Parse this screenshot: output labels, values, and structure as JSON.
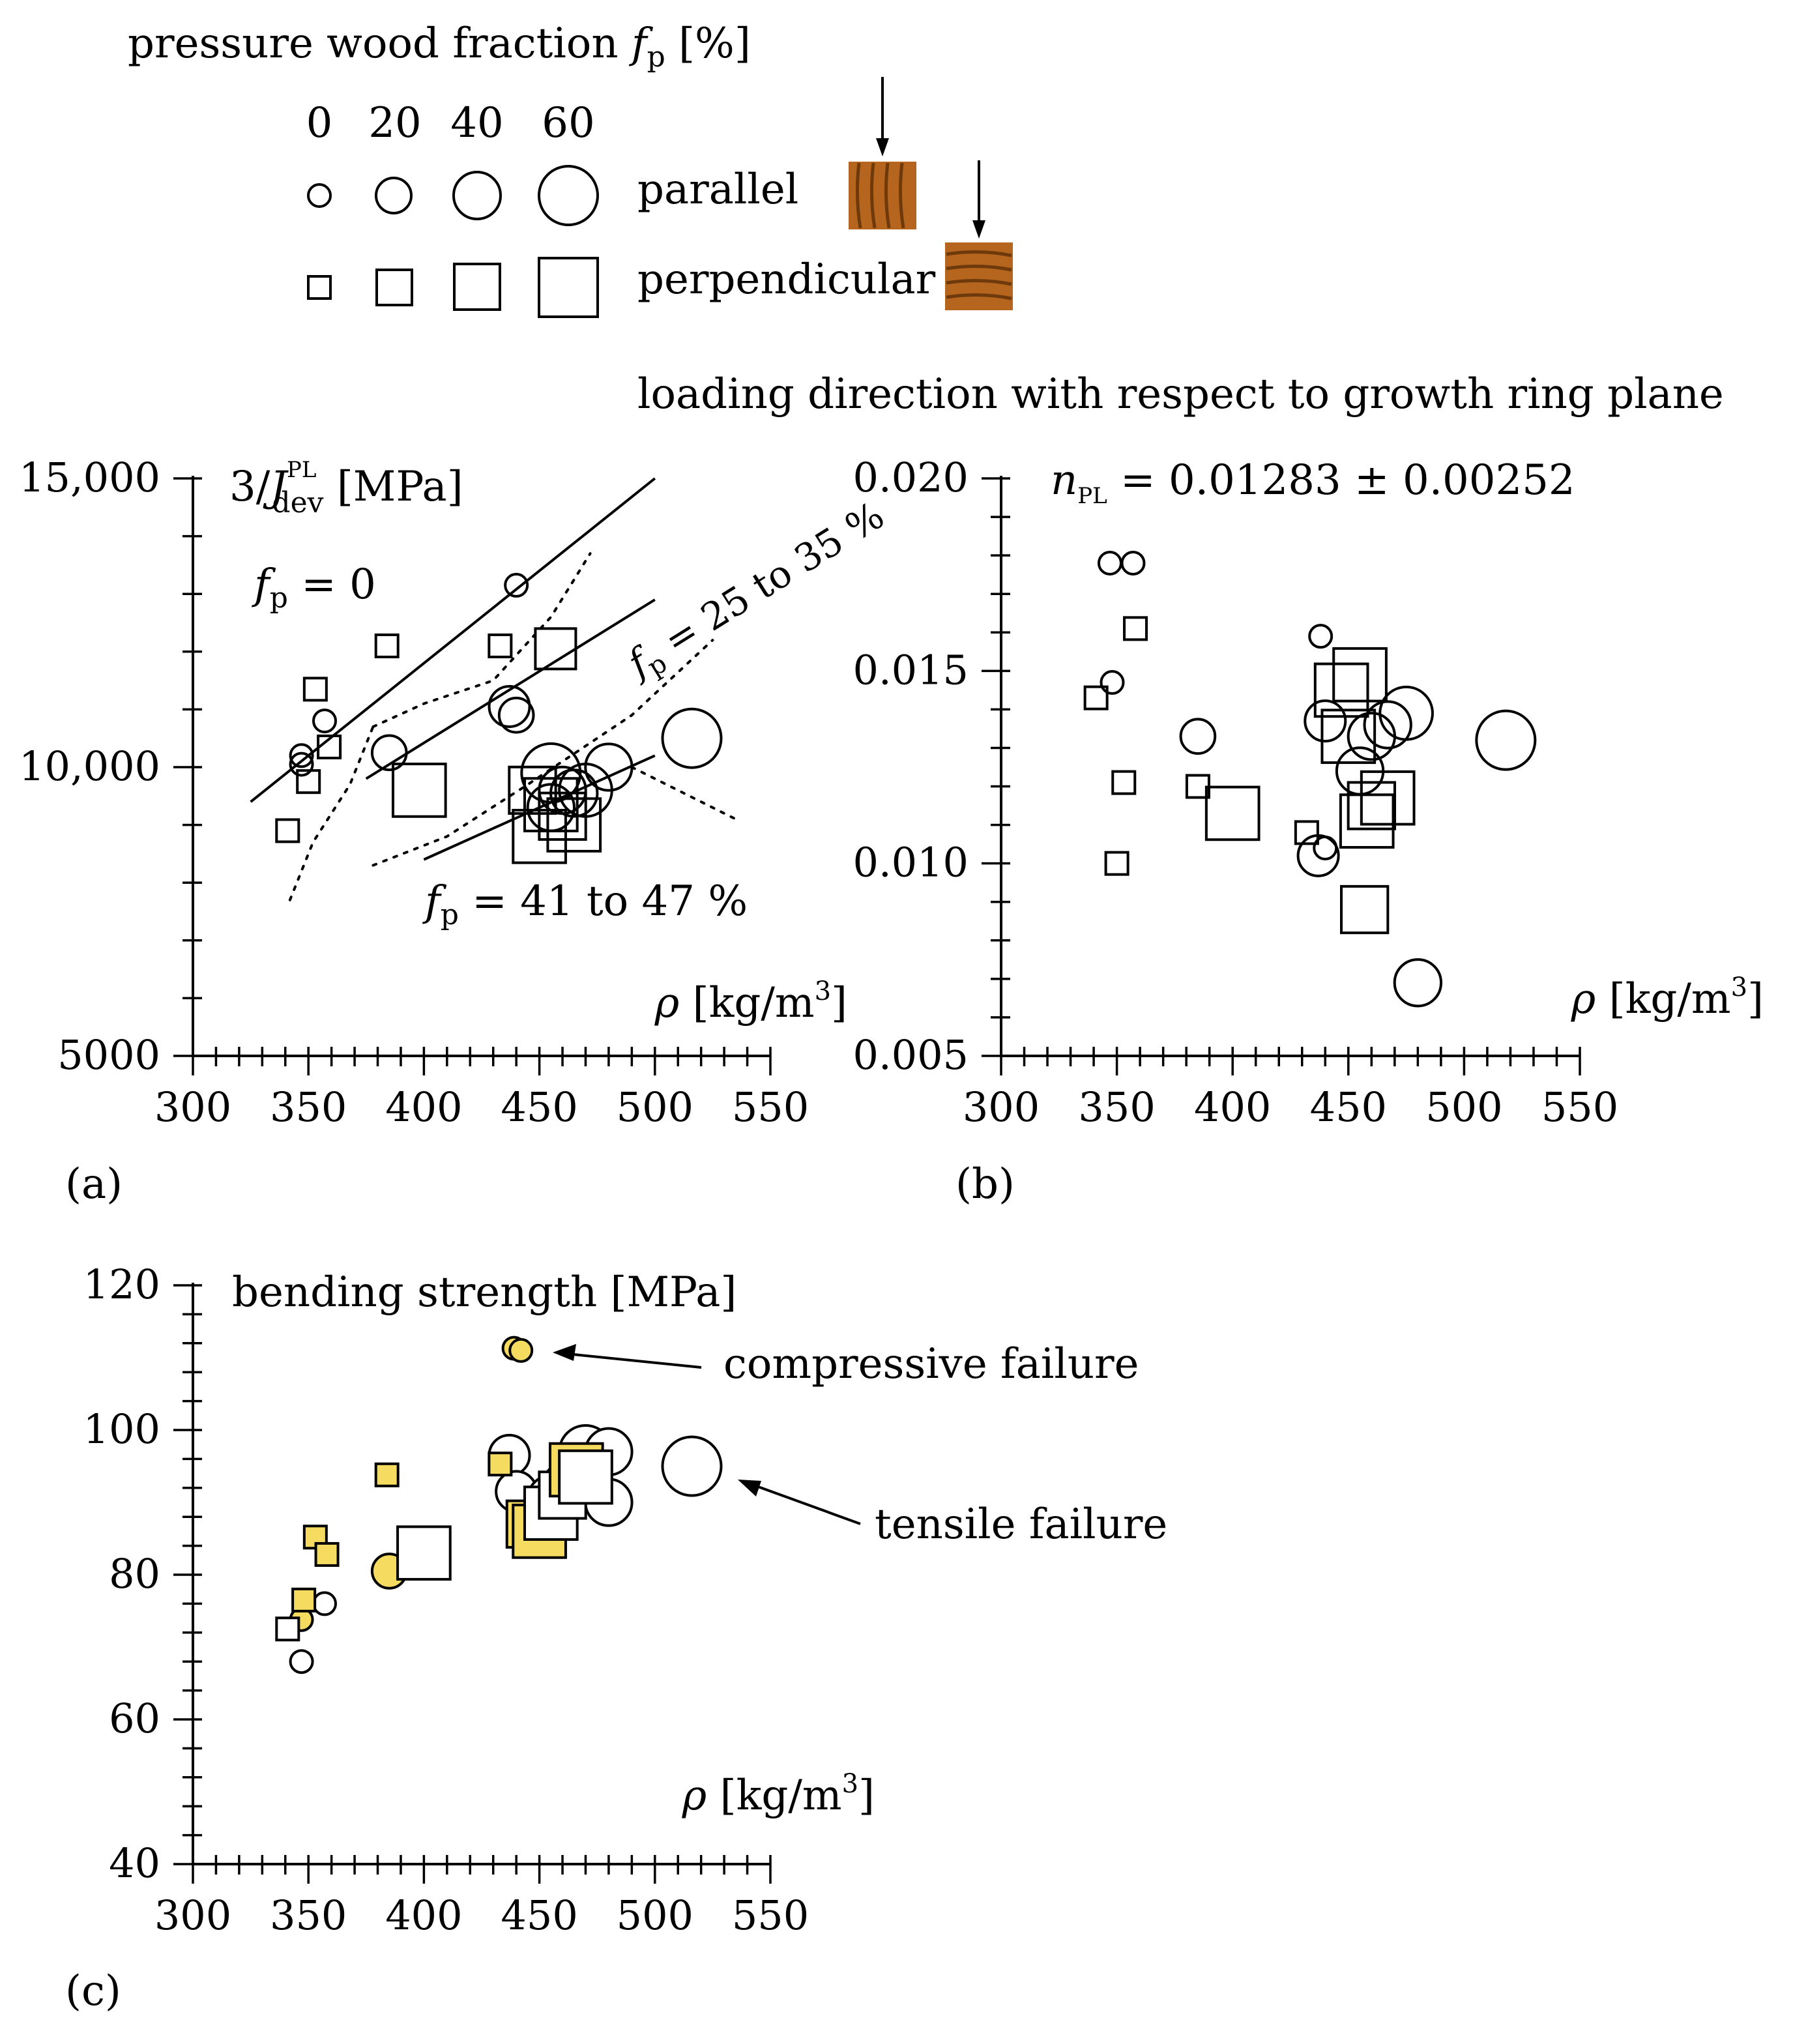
{
  "legend": {
    "title_prefix": "pressure wood fraction ",
    "title_symbol": "f",
    "title_sub": "p",
    "title_suffix": " [%]",
    "size_labels": [
      "0",
      "20",
      "40",
      "60"
    ],
    "parallel_label": "parallel",
    "perpendicular_label": "perpendicular",
    "direction_caption": "loading direction with respect to growth ring plane",
    "wood_color": "#b5651d"
  },
  "chart_data": [
    {
      "id": "a",
      "type": "scatter",
      "panel_label": "(a)",
      "title": "3/J_dev^PL [MPa]",
      "title_parts": {
        "pre": "3/",
        "sym": "J",
        "sub": "dev",
        "sup": "PL",
        "post": " [MPa]"
      },
      "xlabel": "ρ [kg/m³]",
      "xlabel_parts": {
        "sym": "ρ",
        "post": " [kg/m",
        "sup": "3",
        "end": "]"
      },
      "xlim": [
        300,
        550
      ],
      "ylim": [
        5000,
        15000
      ],
      "xticks": [
        "300",
        "350",
        "400",
        "450",
        "500",
        "550"
      ],
      "yticks": [
        {
          "value": 5000,
          "label": "5000"
        },
        {
          "value": 10000,
          "label": "10,000"
        },
        {
          "value": 15000,
          "label": "15,000"
        }
      ],
      "annotations": {
        "fp0": {
          "pre": "f",
          "sub": "p",
          "post": " = 0"
        },
        "fp25": {
          "pre": "f",
          "sub": "p",
          "post": " = 25 to 35 %"
        },
        "fp41": {
          "pre": "f",
          "sub": "p",
          "post": " = 41 to 47 %"
        }
      },
      "series": [
        {
          "marker": "circle",
          "points": [
            {
              "x": 440,
              "y": 13150,
              "fp": 0
            },
            {
              "x": 347,
              "y": 10200,
              "fp": 0
            },
            {
              "x": 347,
              "y": 10050,
              "fp": 0
            },
            {
              "x": 357,
              "y": 10800,
              "fp": 0
            },
            {
              "x": 385,
              "y": 10250,
              "fp": 20
            },
            {
              "x": 437,
              "y": 11050,
              "fp": 30
            },
            {
              "x": 440,
              "y": 10900,
              "fp": 20
            },
            {
              "x": 455,
              "y": 9900,
              "fp": 60
            },
            {
              "x": 460,
              "y": 9600,
              "fp": 40
            },
            {
              "x": 465,
              "y": 9550,
              "fp": 40
            },
            {
              "x": 470,
              "y": 9600,
              "fp": 50
            },
            {
              "x": 480,
              "y": 10000,
              "fp": 40
            },
            {
              "x": 516,
              "y": 10500,
              "fp": 60
            },
            {
              "x": 455,
              "y": 9300,
              "fp": 40
            }
          ]
        },
        {
          "marker": "square",
          "points": [
            {
              "x": 341,
              "y": 8900,
              "fp": 0
            },
            {
              "x": 350,
              "y": 9750,
              "fp": 0
            },
            {
              "x": 353,
              "y": 11350,
              "fp": 0
            },
            {
              "x": 359,
              "y": 10350,
              "fp": 0
            },
            {
              "x": 384,
              "y": 12100,
              "fp": 0
            },
            {
              "x": 433,
              "y": 12100,
              "fp": 0
            },
            {
              "x": 457,
              "y": 12050,
              "fp": 30
            },
            {
              "x": 398,
              "y": 9600,
              "fp": 50
            },
            {
              "x": 447,
              "y": 9600,
              "fp": 40
            },
            {
              "x": 455,
              "y": 9350,
              "fp": 50
            },
            {
              "x": 460,
              "y": 9150,
              "fp": 40
            },
            {
              "x": 465,
              "y": 9000,
              "fp": 50
            },
            {
              "x": 450,
              "y": 8800,
              "fp": 50
            }
          ]
        }
      ],
      "regression_lines": [
        {
          "style": "solid",
          "x": [
            325,
            500
          ],
          "y": [
            9400,
            15000
          ]
        },
        {
          "style": "solid",
          "x": [
            375,
            500
          ],
          "y": [
            9800,
            12900
          ]
        },
        {
          "style": "solid",
          "x": [
            400,
            500
          ],
          "y": [
            8400,
            10200
          ]
        }
      ],
      "bound_lines": [
        {
          "style": "dotted",
          "x": [
            342,
            352,
            368,
            378
          ],
          "y": [
            7700,
            8700,
            9700,
            10700
          ]
        },
        {
          "style": "dotted",
          "x": [
            378,
            400,
            430,
            455,
            472
          ],
          "y": [
            10700,
            11100,
            11500,
            12600,
            13700
          ]
        },
        {
          "style": "dotted",
          "x": [
            378,
            410,
            445,
            490,
            525
          ],
          "y": [
            8300,
            8800,
            9700,
            10900,
            12200
          ]
        },
        {
          "style": "dotted",
          "x": [
            490,
            535
          ],
          "y": [
            10000,
            9100
          ]
        }
      ]
    },
    {
      "id": "b",
      "type": "scatter",
      "panel_label": "(b)",
      "title": "n_PL = 0.01283 ± 0.00252",
      "title_parts": {
        "sym": "n",
        "sub": "PL",
        "post": " = 0.01283 ± 0.00252"
      },
      "xlabel": "ρ [kg/m³]",
      "xlabel_parts": {
        "sym": "ρ",
        "post": " [kg/m",
        "sup": "3",
        "end": "]"
      },
      "xlim": [
        300,
        550
      ],
      "ylim": [
        0.005,
        0.02
      ],
      "xticks": [
        "300",
        "350",
        "400",
        "450",
        "500",
        "550"
      ],
      "yticks": [
        {
          "value": 0.005,
          "label": "0.005"
        },
        {
          "value": 0.01,
          "label": "0.010"
        },
        {
          "value": 0.015,
          "label": "0.015"
        },
        {
          "value": 0.02,
          "label": "0.020"
        }
      ],
      "series": [
        {
          "marker": "circle",
          "points": [
            {
              "x": 347,
              "y": 0.0178,
              "fp": 0
            },
            {
              "x": 357,
              "y": 0.0178,
              "fp": 0
            },
            {
              "x": 348,
              "y": 0.0147,
              "fp": 0
            },
            {
              "x": 438,
              "y": 0.0159,
              "fp": 0
            },
            {
              "x": 385,
              "y": 0.0133,
              "fp": 20
            },
            {
              "x": 440,
              "y": 0.0137,
              "fp": 30
            },
            {
              "x": 440,
              "y": 0.0104,
              "fp": 0
            },
            {
              "x": 437,
              "y": 0.0102,
              "fp": 30
            },
            {
              "x": 455,
              "y": 0.0124,
              "fp": 40
            },
            {
              "x": 460,
              "y": 0.0133,
              "fp": 40
            },
            {
              "x": 467,
              "y": 0.0136,
              "fp": 40
            },
            {
              "x": 475,
              "y": 0.0139,
              "fp": 50
            },
            {
              "x": 518,
              "y": 0.0132,
              "fp": 60
            },
            {
              "x": 480,
              "y": 0.0069,
              "fp": 40
            }
          ]
        },
        {
          "marker": "square",
          "points": [
            {
              "x": 341,
              "y": 0.0143,
              "fp": 0
            },
            {
              "x": 358,
              "y": 0.0161,
              "fp": 0
            },
            {
              "x": 353,
              "y": 0.0121,
              "fp": 0
            },
            {
              "x": 350,
              "y": 0.01,
              "fp": 0
            },
            {
              "x": 385,
              "y": 0.012,
              "fp": 0
            },
            {
              "x": 432,
              "y": 0.0108,
              "fp": 0
            },
            {
              "x": 400,
              "y": 0.0113,
              "fp": 50
            },
            {
              "x": 447,
              "y": 0.0145,
              "fp": 50
            },
            {
              "x": 455,
              "y": 0.0149,
              "fp": 50
            },
            {
              "x": 450,
              "y": 0.0133,
              "fp": 50
            },
            {
              "x": 460,
              "y": 0.0115,
              "fp": 40
            },
            {
              "x": 458,
              "y": 0.0111,
              "fp": 50
            },
            {
              "x": 467,
              "y": 0.0117,
              "fp": 50
            },
            {
              "x": 457,
              "y": 0.0088,
              "fp": 40
            }
          ]
        }
      ]
    },
    {
      "id": "c",
      "type": "scatter",
      "panel_label": "(c)",
      "title": "bending strength [MPa]",
      "xlabel": "ρ [kg/m³]",
      "xlabel_parts": {
        "sym": "ρ",
        "post": " [kg/m",
        "sup": "3",
        "end": "]"
      },
      "xlim": [
        300,
        550
      ],
      "ylim": [
        40,
        120
      ],
      "xticks": [
        "300",
        "350",
        "400",
        "450",
        "500",
        "550"
      ],
      "yticks": [
        {
          "value": 40,
          "label": "40"
        },
        {
          "value": 60,
          "label": "60"
        },
        {
          "value": 80,
          "label": "80"
        },
        {
          "value": 100,
          "label": "100"
        },
        {
          "value": 120,
          "label": "120"
        }
      ],
      "annotations": {
        "compressive": "compressive failure",
        "tensile": "tensile failure"
      },
      "fill_colors": {
        "compressive": "#f5dc60",
        "tensile": "#ffffff"
      },
      "series": [
        {
          "marker": "circle",
          "points": [
            {
              "x": 439,
              "y": 111.3,
              "fp": 0,
              "failure": "compressive"
            },
            {
              "x": 442,
              "y": 111.0,
              "fp": 0,
              "failure": "compressive"
            },
            {
              "x": 347,
              "y": 73.8,
              "fp": 0,
              "failure": "compressive"
            },
            {
              "x": 385,
              "y": 80.5,
              "fp": 20,
              "failure": "compressive"
            },
            {
              "x": 347,
              "y": 68.0,
              "fp": 0,
              "failure": "tensile"
            },
            {
              "x": 357,
              "y": 76.0,
              "fp": 0,
              "failure": "tensile"
            },
            {
              "x": 437,
              "y": 96.5,
              "fp": 30,
              "failure": "tensile"
            },
            {
              "x": 440,
              "y": 91.5,
              "fp": 30,
              "failure": "tensile"
            },
            {
              "x": 455,
              "y": 90.5,
              "fp": 40,
              "failure": "tensile"
            },
            {
              "x": 462,
              "y": 92.5,
              "fp": 40,
              "failure": "tensile"
            },
            {
              "x": 470,
              "y": 97.0,
              "fp": 50,
              "failure": "tensile"
            },
            {
              "x": 480,
              "y": 97.0,
              "fp": 40,
              "failure": "tensile"
            },
            {
              "x": 480,
              "y": 90.0,
              "fp": 40,
              "failure": "tensile"
            },
            {
              "x": 516,
              "y": 95.0,
              "fp": 60,
              "failure": "tensile"
            }
          ]
        },
        {
          "marker": "square",
          "points": [
            {
              "x": 341,
              "y": 72.5,
              "fp": 0,
              "failure": "tensile"
            },
            {
              "x": 348,
              "y": 76.5,
              "fp": 0,
              "failure": "compressive"
            },
            {
              "x": 353,
              "y": 85.2,
              "fp": 0,
              "failure": "compressive"
            },
            {
              "x": 358,
              "y": 82.8,
              "fp": 0,
              "failure": "compressive"
            },
            {
              "x": 384,
              "y": 93.8,
              "fp": 0,
              "failure": "compressive"
            },
            {
              "x": 433,
              "y": 95.3,
              "fp": 0,
              "failure": "compressive"
            },
            {
              "x": 400,
              "y": 83.0,
              "fp": 50,
              "failure": "tensile"
            },
            {
              "x": 446,
              "y": 87.0,
              "fp": 40,
              "failure": "compressive"
            },
            {
              "x": 450,
              "y": 86.0,
              "fp": 50,
              "failure": "compressive"
            },
            {
              "x": 455,
              "y": 88.5,
              "fp": 50,
              "failure": "tensile"
            },
            {
              "x": 460,
              "y": 91.0,
              "fp": 40,
              "failure": "tensile"
            },
            {
              "x": 466,
              "y": 94.5,
              "fp": 50,
              "failure": "compressive"
            },
            {
              "x": 470,
              "y": 93.5,
              "fp": 50,
              "failure": "tensile"
            }
          ]
        }
      ]
    }
  ]
}
